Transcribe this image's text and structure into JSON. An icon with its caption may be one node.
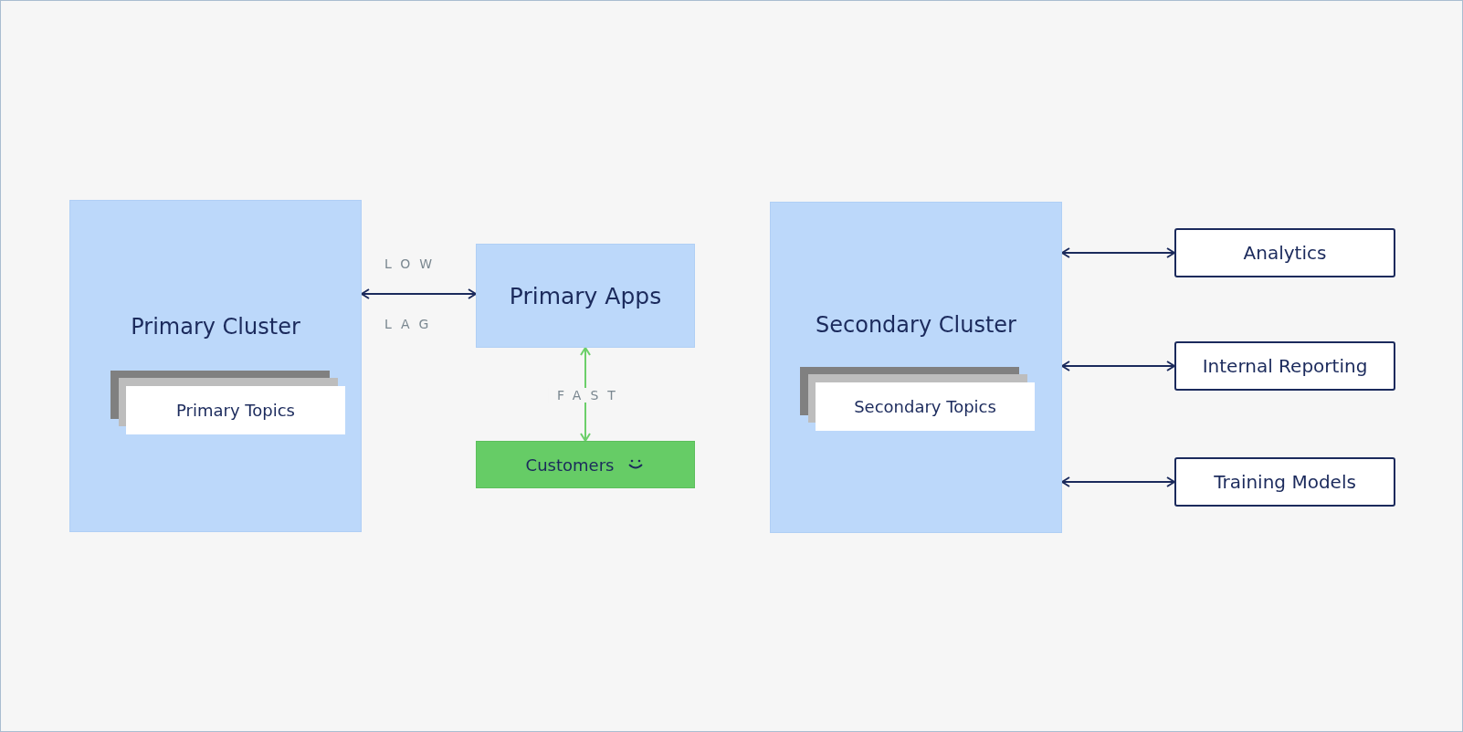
{
  "diagram": {
    "nodes": [
      {
        "text": [
          "Primary Cluster"
        ]
      },
      {
        "text": [
          "Primary Topics"
        ],
        "in": 0
      },
      {
        "text": [
          "Primary Apps"
        ]
      },
      {
        "text": [
          "Customers"
        ]
      },
      {
        "text": [
          "Secondary Cluster"
        ]
      },
      {
        "text": [
          "Secondary Topics"
        ],
        "in": 4
      },
      {
        "text": [
          "Analytics"
        ]
      },
      {
        "text": [
          "Internal Reporting"
        ]
      },
      {
        "text": [
          "Training Models"
        ]
      }
    ],
    "edges": [
      {
        "from": 0,
        "to": 2,
        "arrow": "both"
      },
      {
        "from": 2,
        "to": 3,
        "arrow": "both",
        "label": "FAST",
        "color": "#6ccf6a"
      },
      {
        "from": 4,
        "to": 6,
        "arrow": "both"
      },
      {
        "from": 4,
        "to": 7,
        "arrow": "both"
      },
      {
        "from": 4,
        "to": 8,
        "arrow": "both"
      }
    ],
    "labels": [
      "LOW",
      "LAG"
    ]
  }
}
